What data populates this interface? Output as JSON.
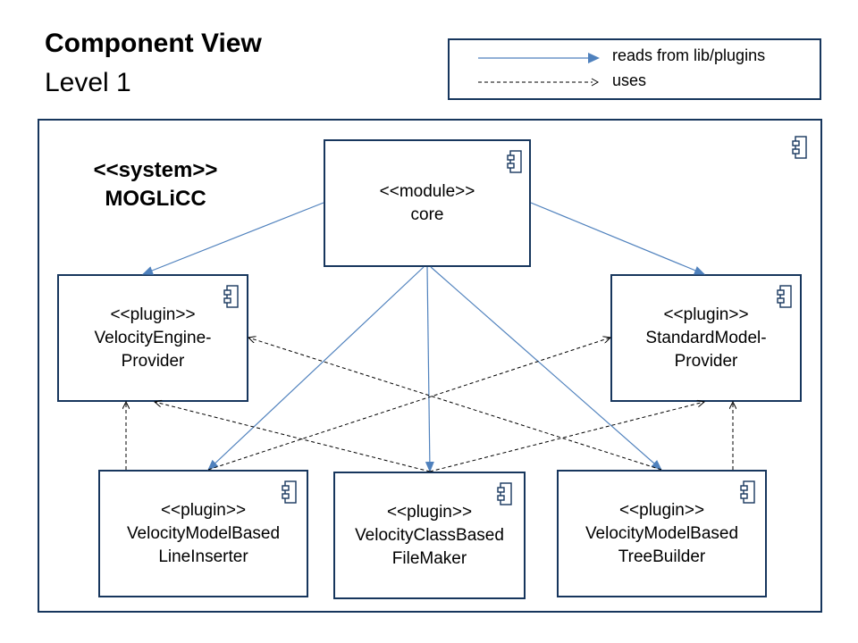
{
  "header": {
    "title": "Component View",
    "subtitle": "Level 1"
  },
  "legend": {
    "solid_label": "reads from lib/plugins",
    "dashed_label": "uses"
  },
  "system": {
    "stereotype": "<<system>>",
    "name": "MOGLiCC"
  },
  "components": {
    "core": {
      "stereotype": "<<module>>",
      "name": "core"
    },
    "velocity_engine_provider": {
      "stereotype": "<<plugin>>",
      "line1": "VelocityEngine-",
      "line2": "Provider"
    },
    "standard_model_provider": {
      "stereotype": "<<plugin>>",
      "line1": "StandardModel-",
      "line2": "Provider"
    },
    "line_inserter": {
      "stereotype": "<<plugin>>",
      "line1": "VelocityModelBased",
      "line2": "LineInserter"
    },
    "file_maker": {
      "stereotype": "<<plugin>>",
      "line1": "VelocityClassBased",
      "line2": "FileMaker"
    },
    "tree_builder": {
      "stereotype": "<<plugin>>",
      "line1": "VelocityModelBased",
      "line2": "TreeBuilder"
    }
  },
  "colors": {
    "border": "#17365d",
    "solid_arrow": "#4f81bd",
    "dashed_arrow": "#000000"
  }
}
